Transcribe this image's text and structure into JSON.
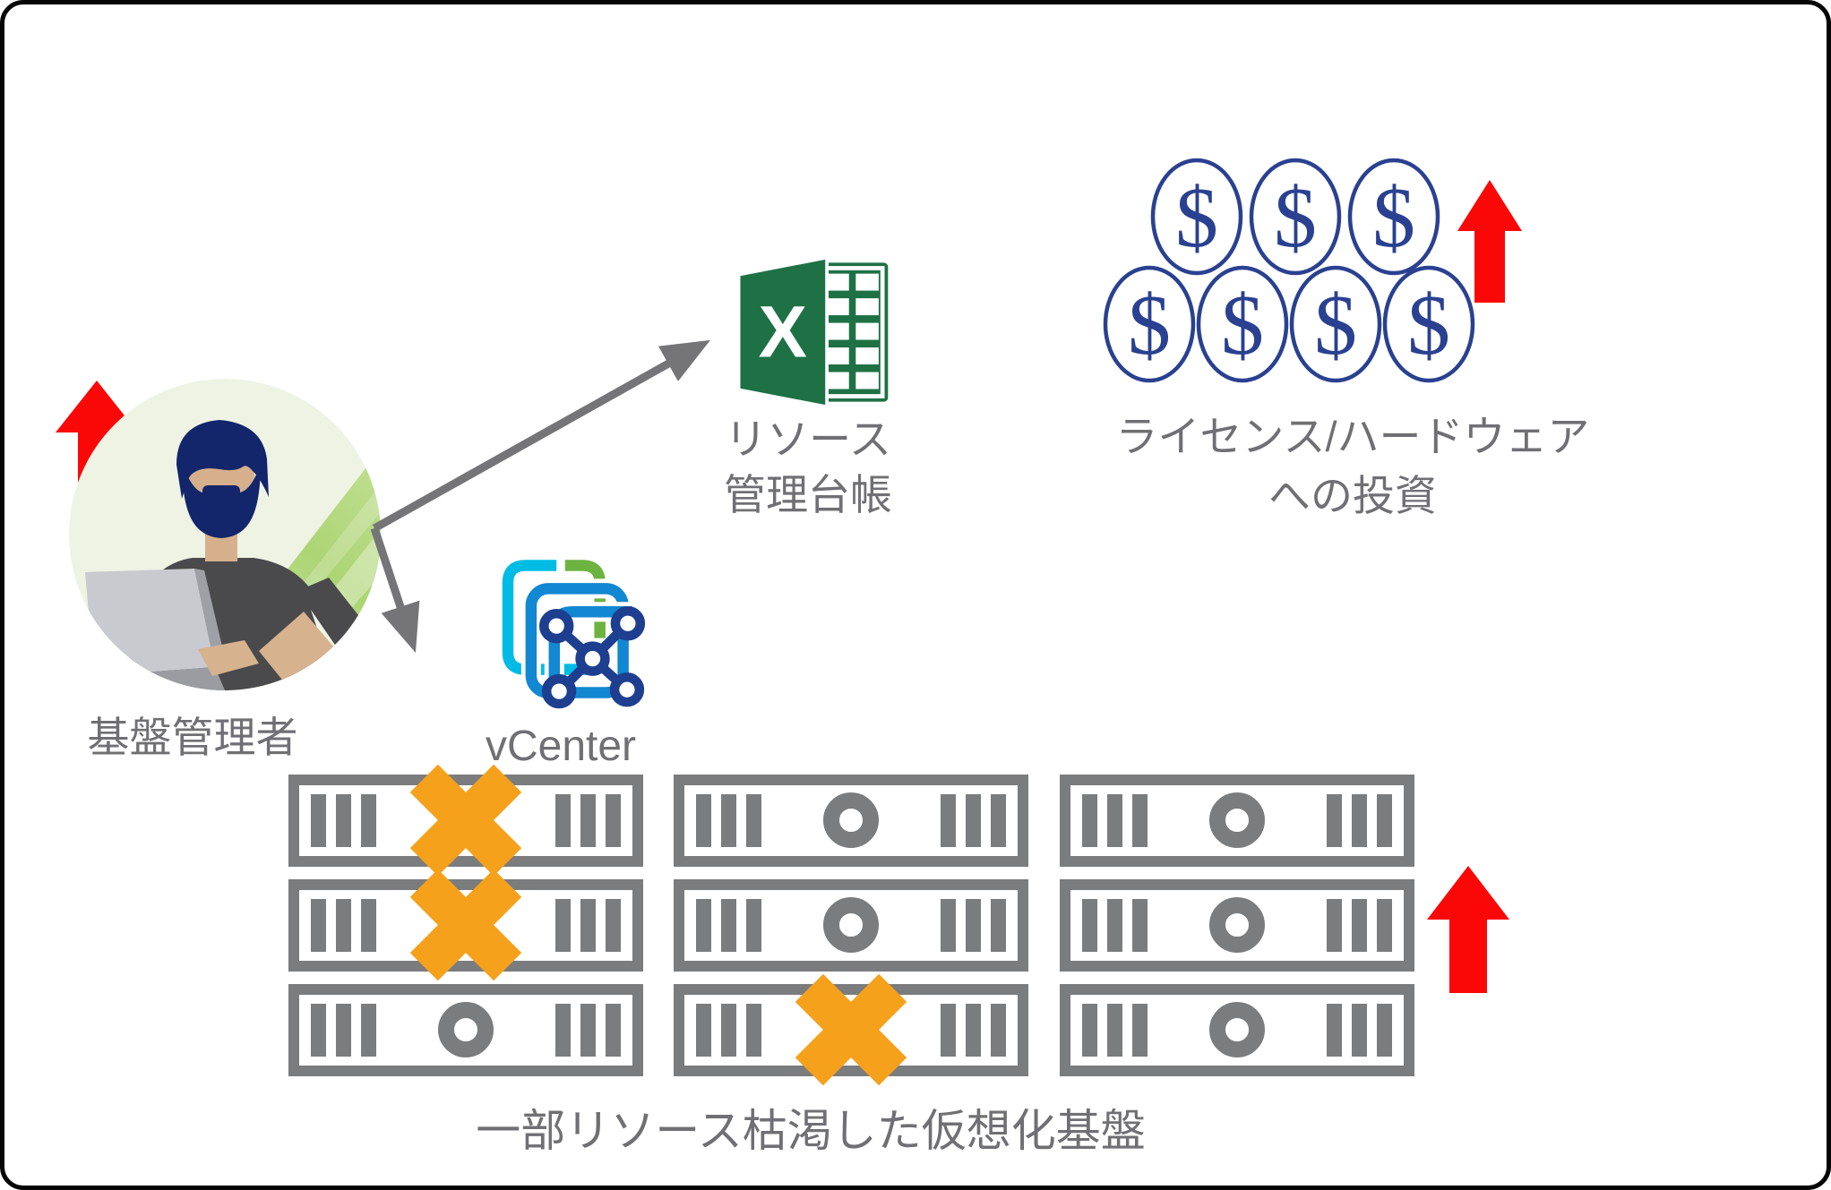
{
  "canvas": {
    "background": "#ffffff",
    "border_color": "#060606"
  },
  "colors": {
    "text_gray": "#707074",
    "arrow_gray": "#757578",
    "server_gray": "#7b7c7e",
    "trend_red": "#fa0808",
    "failure_orange": "#f5a11c",
    "coin_blue": "#2a4191",
    "excel_green": "#1e7145",
    "vmware_cyan": "#00bce4",
    "vmware_blue": "#1287d2",
    "vmware_green": "#6cb33f",
    "vmware_navy": "#1e3f8f"
  },
  "admin": {
    "label": "基盤管理者",
    "avatar": "person-at-laptop",
    "trend": "up"
  },
  "ledger": {
    "icon": "excel",
    "excel_letter": "X",
    "label_line1": "リソース",
    "label_line2": "管理台帳"
  },
  "vcenter": {
    "label": "vCenter"
  },
  "investment": {
    "label_line1": "ライセンス/ハードウェア",
    "label_line2": "への投資",
    "currency_symbol": "$",
    "coin_rows": [
      3,
      4
    ],
    "trend": "up"
  },
  "infrastructure": {
    "caption": "一部リソース枯渇した仮想化基盤",
    "rows": 3,
    "columns": 3,
    "failed_matrix": [
      [
        true,
        false,
        false
      ],
      [
        true,
        false,
        false
      ],
      [
        false,
        true,
        false
      ]
    ],
    "trend": "up"
  }
}
